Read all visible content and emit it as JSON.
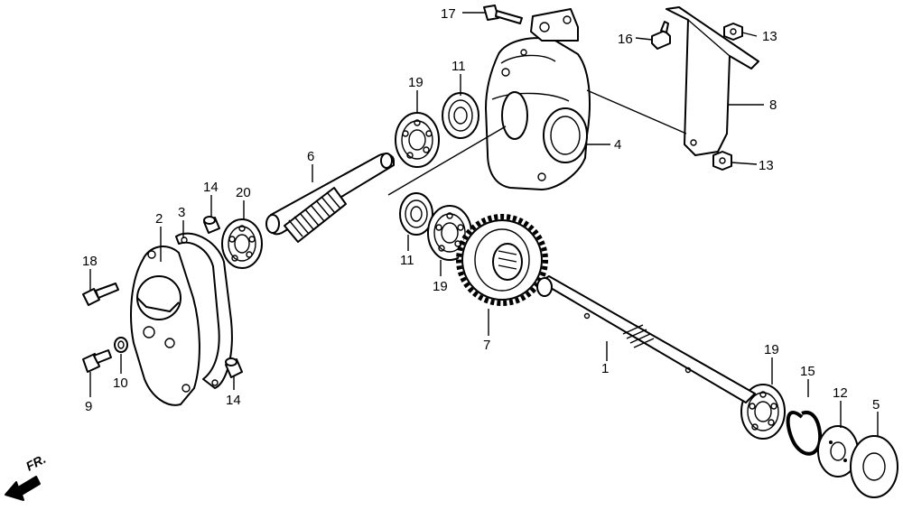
{
  "callouts": [
    "1",
    "2",
    "3",
    "4",
    "5",
    "6",
    "7",
    "8",
    "9",
    "10",
    "11",
    "11",
    "12",
    "13",
    "13",
    "14",
    "14",
    "15",
    "16",
    "17",
    "18",
    "19",
    "19",
    "19",
    "20"
  ],
  "direction": "FR."
}
